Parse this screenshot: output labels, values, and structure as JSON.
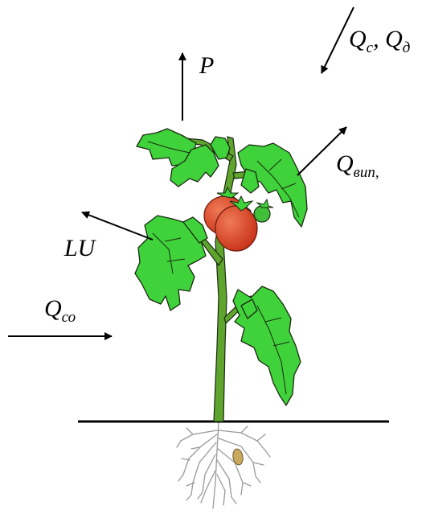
{
  "labels": {
    "incoming": {
      "q1": "Q",
      "s1": "с",
      "sep": ", ",
      "q2": "Q",
      "s2": "д"
    },
    "photosynthesis": {
      "main": "P"
    },
    "evaporation": {
      "q": "Q",
      "s": "вип,"
    },
    "longwave": {
      "main": "LU"
    },
    "convection": {
      "q": "Q",
      "s": "со"
    }
  },
  "colors": {
    "leaf": "#3fd23a",
    "leaf_outline": "#1b2a12",
    "stem": "#5fa52d",
    "fruit": "#e0401f",
    "fruit_highlight": "#f07a55",
    "root": "#999999",
    "ground": "#000000",
    "arrow": "#000000"
  }
}
